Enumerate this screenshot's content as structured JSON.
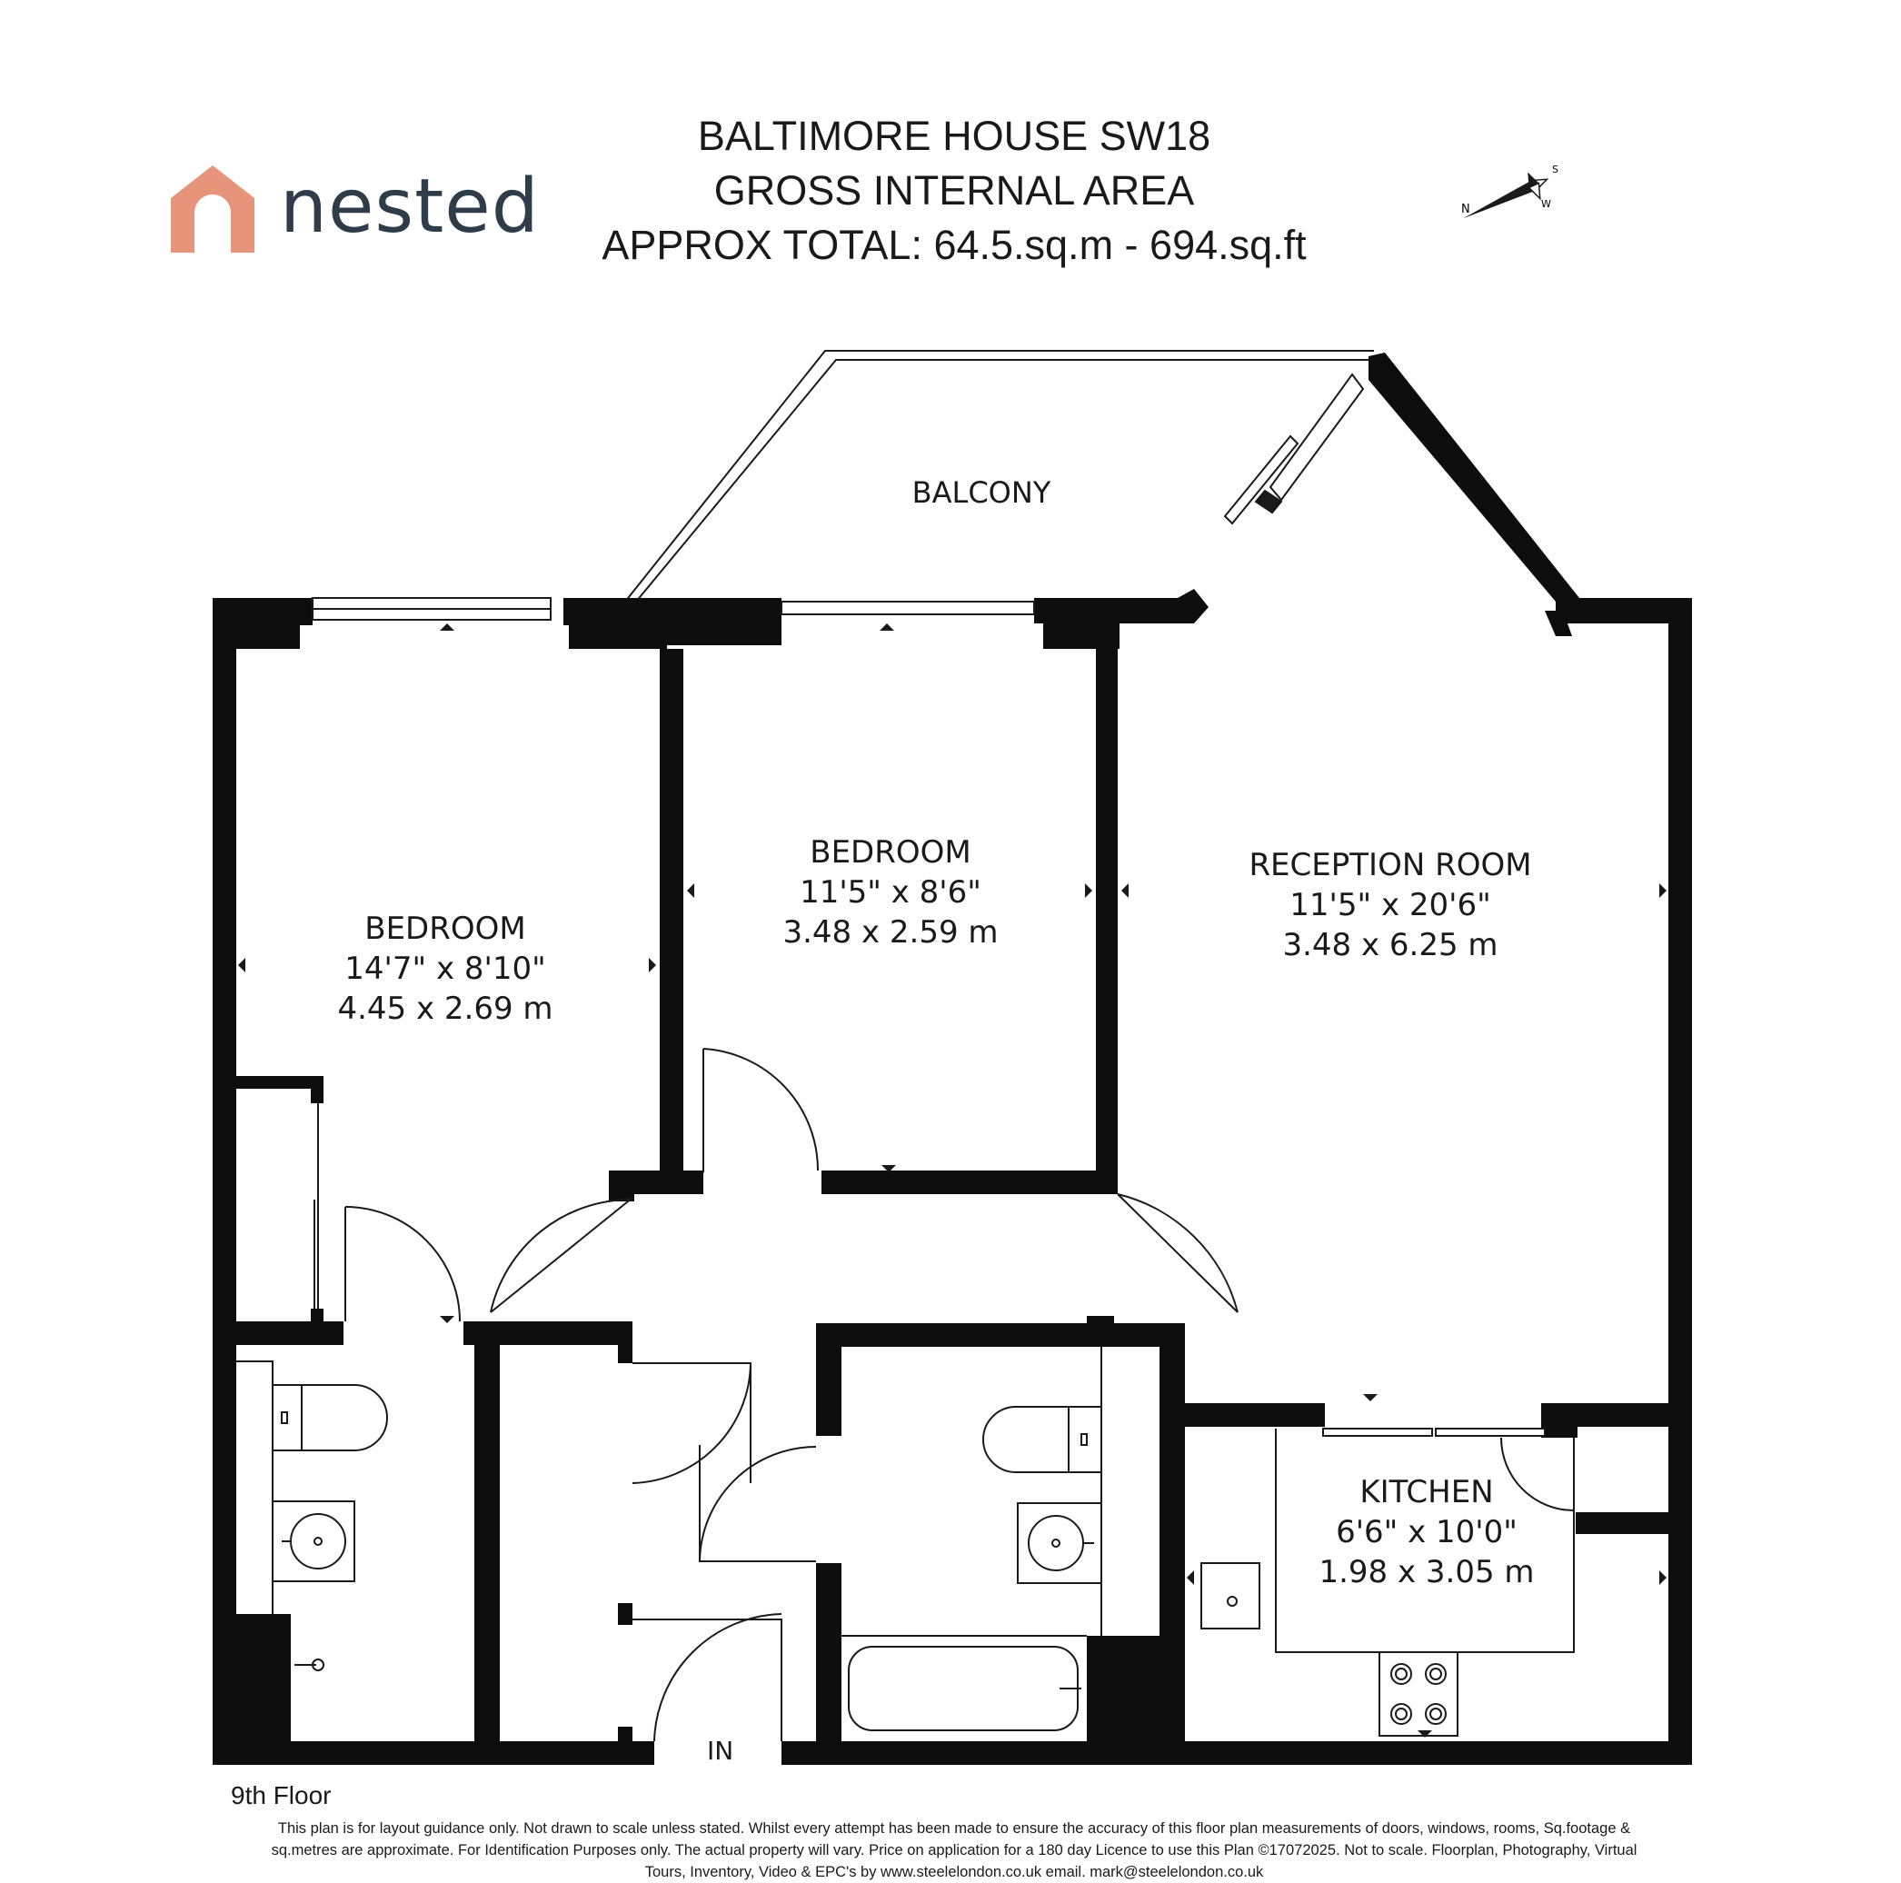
{
  "header": {
    "line1": "BALTIMORE HOUSE SW18",
    "line2": "GROSS INTERNAL AREA",
    "line3": "APPROX TOTAL: 64.5.sq.m - 694.sq.ft"
  },
  "logo": {
    "text": "nested",
    "brand_color": "#e6957a",
    "text_color": "#2f3d4a"
  },
  "compass": {
    "n": "N",
    "s": "S",
    "w": "W"
  },
  "rooms": {
    "balcony": {
      "name": "BALCONY"
    },
    "bedroom1": {
      "name": "BEDROOM",
      "imperial": "14'7\" x 8'10\"",
      "metric": "4.45 x 2.69 m"
    },
    "bedroom2": {
      "name": "BEDROOM",
      "imperial": "11'5\" x 8'6\"",
      "metric": "3.48 x 2.59 m"
    },
    "reception": {
      "name": "RECEPTION ROOM",
      "imperial": "11'5\" x 20'6\"",
      "metric": "3.48 x 6.25 m"
    },
    "kitchen": {
      "name": "KITCHEN",
      "imperial": "6'6\" x 10'0\"",
      "metric": "1.98 x 3.05 m"
    }
  },
  "entrance": "IN",
  "floor": "9th Floor",
  "disclaimer": {
    "line1": "This plan is for layout guidance only. Not drawn to scale unless stated. Whilst every attempt has been made to ensure the accuracy of this floor plan measurements of doors, windows, rooms, Sq.footage &",
    "line2": "sq.metres are approximate. For Identification Purposes only. The actual property will vary. Price on application for a 180 day Licence to use this Plan ©17072025. Not to scale. Floorplan, Photography, Virtual",
    "line3": "Tours, Inventory, Video & EPC's by www.steelelondon.co.uk  email. mark@steelelondon.co.uk"
  }
}
